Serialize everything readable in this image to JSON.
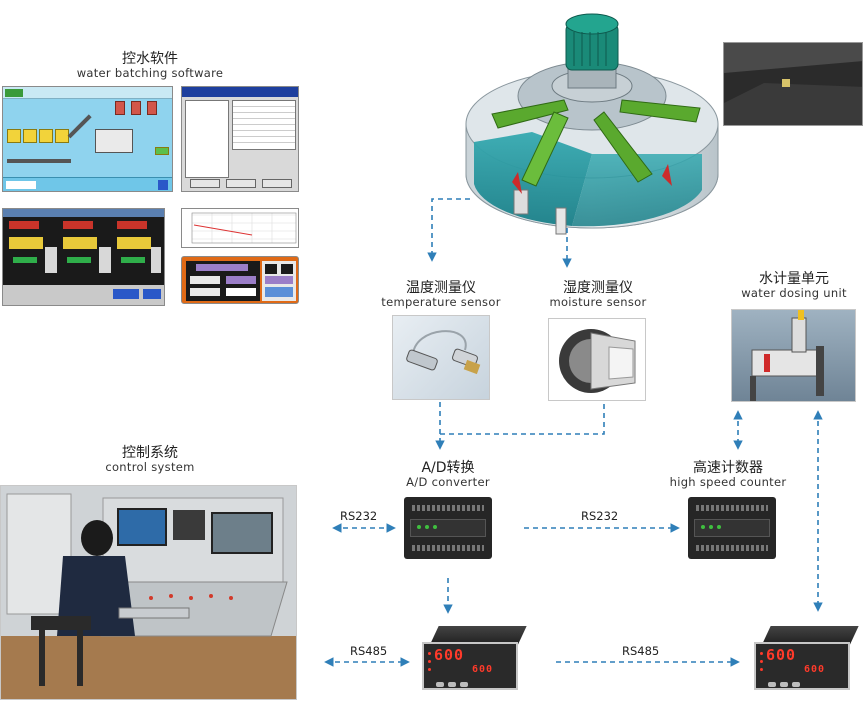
{
  "software": {
    "title_zh": "控水软件",
    "title_en": "water batching software"
  },
  "sensors": {
    "temperature": {
      "zh": "温度测量仪",
      "en": "temperature sensor"
    },
    "moisture": {
      "zh": "湿度测量仪",
      "en": "moisture sensor"
    }
  },
  "water_dosing": {
    "zh": "水计量单元",
    "en": "water dosing unit"
  },
  "control": {
    "zh": "控制系统",
    "en": "control system"
  },
  "ad_converter": {
    "zh": "A/D转换",
    "en": "A/D converter"
  },
  "counter": {
    "zh": "高速计数器",
    "en": "high speed counter"
  },
  "buses": {
    "rs232_left": "RS232",
    "rs232_mid": "RS232",
    "rs485_left": "RS485",
    "rs485_mid": "RS485"
  },
  "meters": {
    "left_main": "600",
    "left_sub": "600",
    "right_main": "600",
    "right_sub": "600"
  },
  "colors": {
    "connector": "#2f7fb8",
    "meter_digits": "#ff3a2a",
    "mixer_green": "#5aa92e",
    "mixer_teal": "#1f8f97",
    "motor": "#1a8a78"
  }
}
